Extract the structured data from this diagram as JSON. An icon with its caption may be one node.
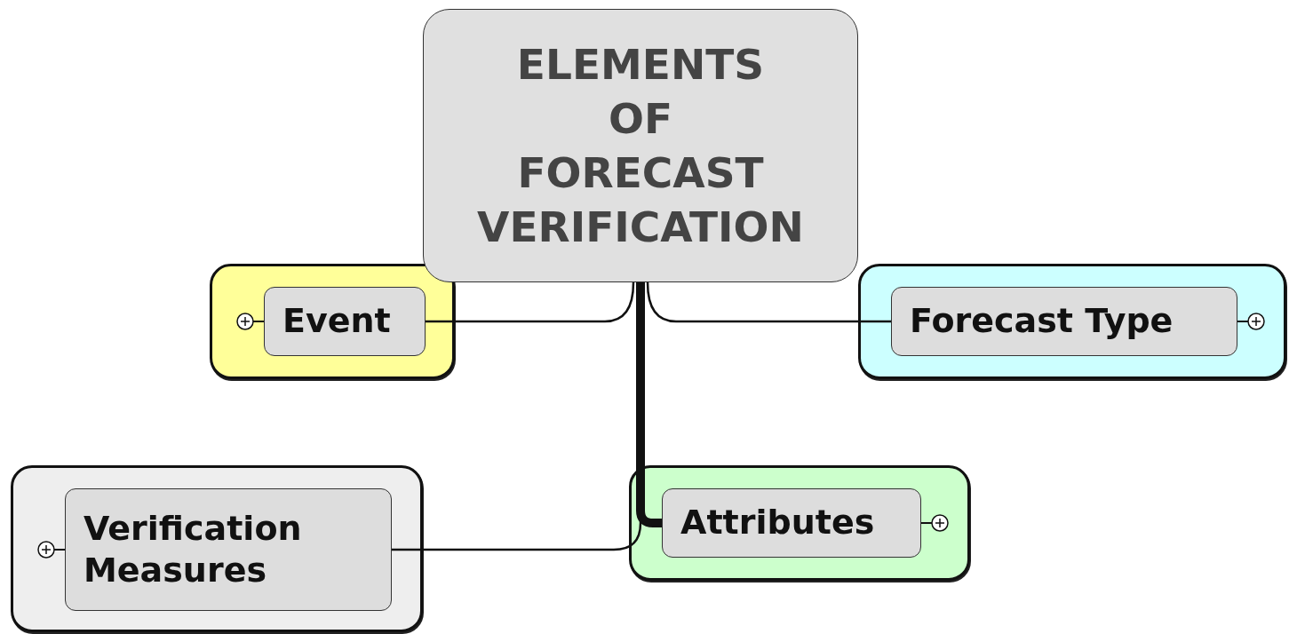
{
  "diagram": {
    "nodes": [
      {
        "text": [
          "ELEMENTS OF FORECAST VERIFICATION"
        ]
      },
      {
        "text": [],
        "shape": "box"
      },
      {
        "text": [
          "Event"
        ],
        "in": 1
      },
      {
        "text": [],
        "shape": "box"
      },
      {
        "text": [
          "Forecast Type"
        ],
        "in": 3
      },
      {
        "text": [],
        "shape": "box"
      },
      {
        "text": [
          "Verification Measures"
        ],
        "in": 5
      },
      {
        "text": [],
        "shape": "box"
      },
      {
        "text": [
          "Attributes"
        ],
        "in": 7
      }
    ],
    "edges": [
      {
        "from": 0,
        "to": 2,
        "arrow": "none"
      },
      {
        "from": 0,
        "to": 4,
        "arrow": "none"
      },
      {
        "from": 0,
        "to": 6,
        "arrow": "none"
      },
      {
        "from": 0,
        "to": 8,
        "arrow": "none",
        "style": "thick"
      }
    ]
  }
}
